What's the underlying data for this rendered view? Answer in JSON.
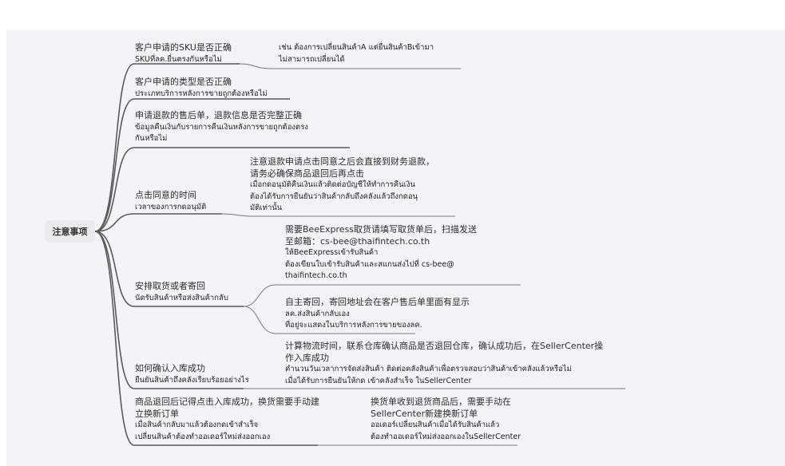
{
  "root": {
    "label": "注意事项"
  },
  "branches": [
    {
      "lines": [
        "客户申请的SKU是否正确",
        "SKUที่ลค.ยื่นตรงกันหรือไม่"
      ],
      "children": [
        {
          "lines": [
            "เช่น ต้องการเปลี่ยนสินค้าA แต่ยื่นสินค้าBเข้ามา",
            "ไม่สามารถเปลี่ยนได้"
          ]
        }
      ]
    },
    {
      "lines": [
        "客户申请的类型是否正确",
        "ประเภทบริการหลังการขายถูกต้องหรือไม่"
      ],
      "children": []
    },
    {
      "lines": [
        "申请退款的售后单，退款信息是否完整正确",
        "ข้อมูลคืนเงินกับรายการคืนเงินหลังการขายถูกต้องตรง",
        "กันหรือไม่"
      ],
      "children": []
    },
    {
      "lines": [
        "点击同意的时间",
        "เวลาของการกดอนุมัติ"
      ],
      "children": [
        {
          "lines": [
            "注意退款申请点击同意之后会直接到财务退款，",
            "请务必确保商品退回后再点击",
            "เมื่อกดอนุมัติคืนเงินแล้วติดต่อบัญชีให้ทำการคืนเงิน",
            "ต้องได้รับการยืนยันว่าสินค้ากลับถึงคลังแล้วถึงกดอนุ",
            "มัติเท่านั้น"
          ]
        }
      ]
    },
    {
      "lines": [
        "安排取货或者寄回",
        "นัดรับสินค้าหรือส่งสินค้ากลับ"
      ],
      "children": [
        {
          "lines": [
            "需要BeeExpress取货请填写取货单后，扫描发送",
            "至邮箱：cs-bee@thaifintech.co.th",
            "ให้BeeExpressเข้ารับสินค้า",
            "ต้องเขียนใบเข้ารับสินค้าและสแกนส่งไปที่ cs-bee@",
            "thaifintech.co.th"
          ]
        },
        {
          "lines": [
            "自主寄回，寄回地址会在客户售后单里面有显示",
            "ลค.ส่งสินค้ากลับเอง",
            "ที่อยู่จะแสดงในบริการหลังการขายของลค."
          ]
        }
      ]
    },
    {
      "lines": [
        "如何确认入库成功",
        "ยืนยันสินค้าถึงคลังเรียบร้อยอย่างไร"
      ],
      "children": [
        {
          "lines": [
            "计算物流时间，联系仓库确认商品是否退回仓库，确认成功后，在SellerCenter操",
            "作入库成功",
            "คำนวนวันเวลาการจัดส่งสินค้า ติดต่อคลังสินค้าเพื่อตรวจสอบว่าสินค้าเข้าคลังแล้วหรือไม่",
            "เมื่อได้รับการยืนยันให้กด เข้าคลังสำเร็จ ในSellerCenter"
          ]
        }
      ]
    },
    {
      "lines": [
        "商品退回后记得点击入库成功，换货需要手动建",
        "立换新订单",
        "เมื่อสินค้ากลับมาแล้วต้องกดเข้าสำเร็จ",
        "เปลี่ยนสินค้าต้องทำออเดอร์ใหม่ส่งออกเอง"
      ],
      "children": [
        {
          "lines": [
            "换货单收到退货商品后，需要手动在",
            "SellerCenter新建换新订单",
            "ออเดอร์เปลี่ยนสินค้าเมื่อได้รับสินค้าแล้ว",
            "ต้องทำออเดอร์ใหม่ส่งออกเองในSellerCenter"
          ]
        }
      ]
    }
  ],
  "colors": {
    "background": "#f4f4f8",
    "line": "#5a5a5a",
    "root_fill": "#ebebeb"
  }
}
